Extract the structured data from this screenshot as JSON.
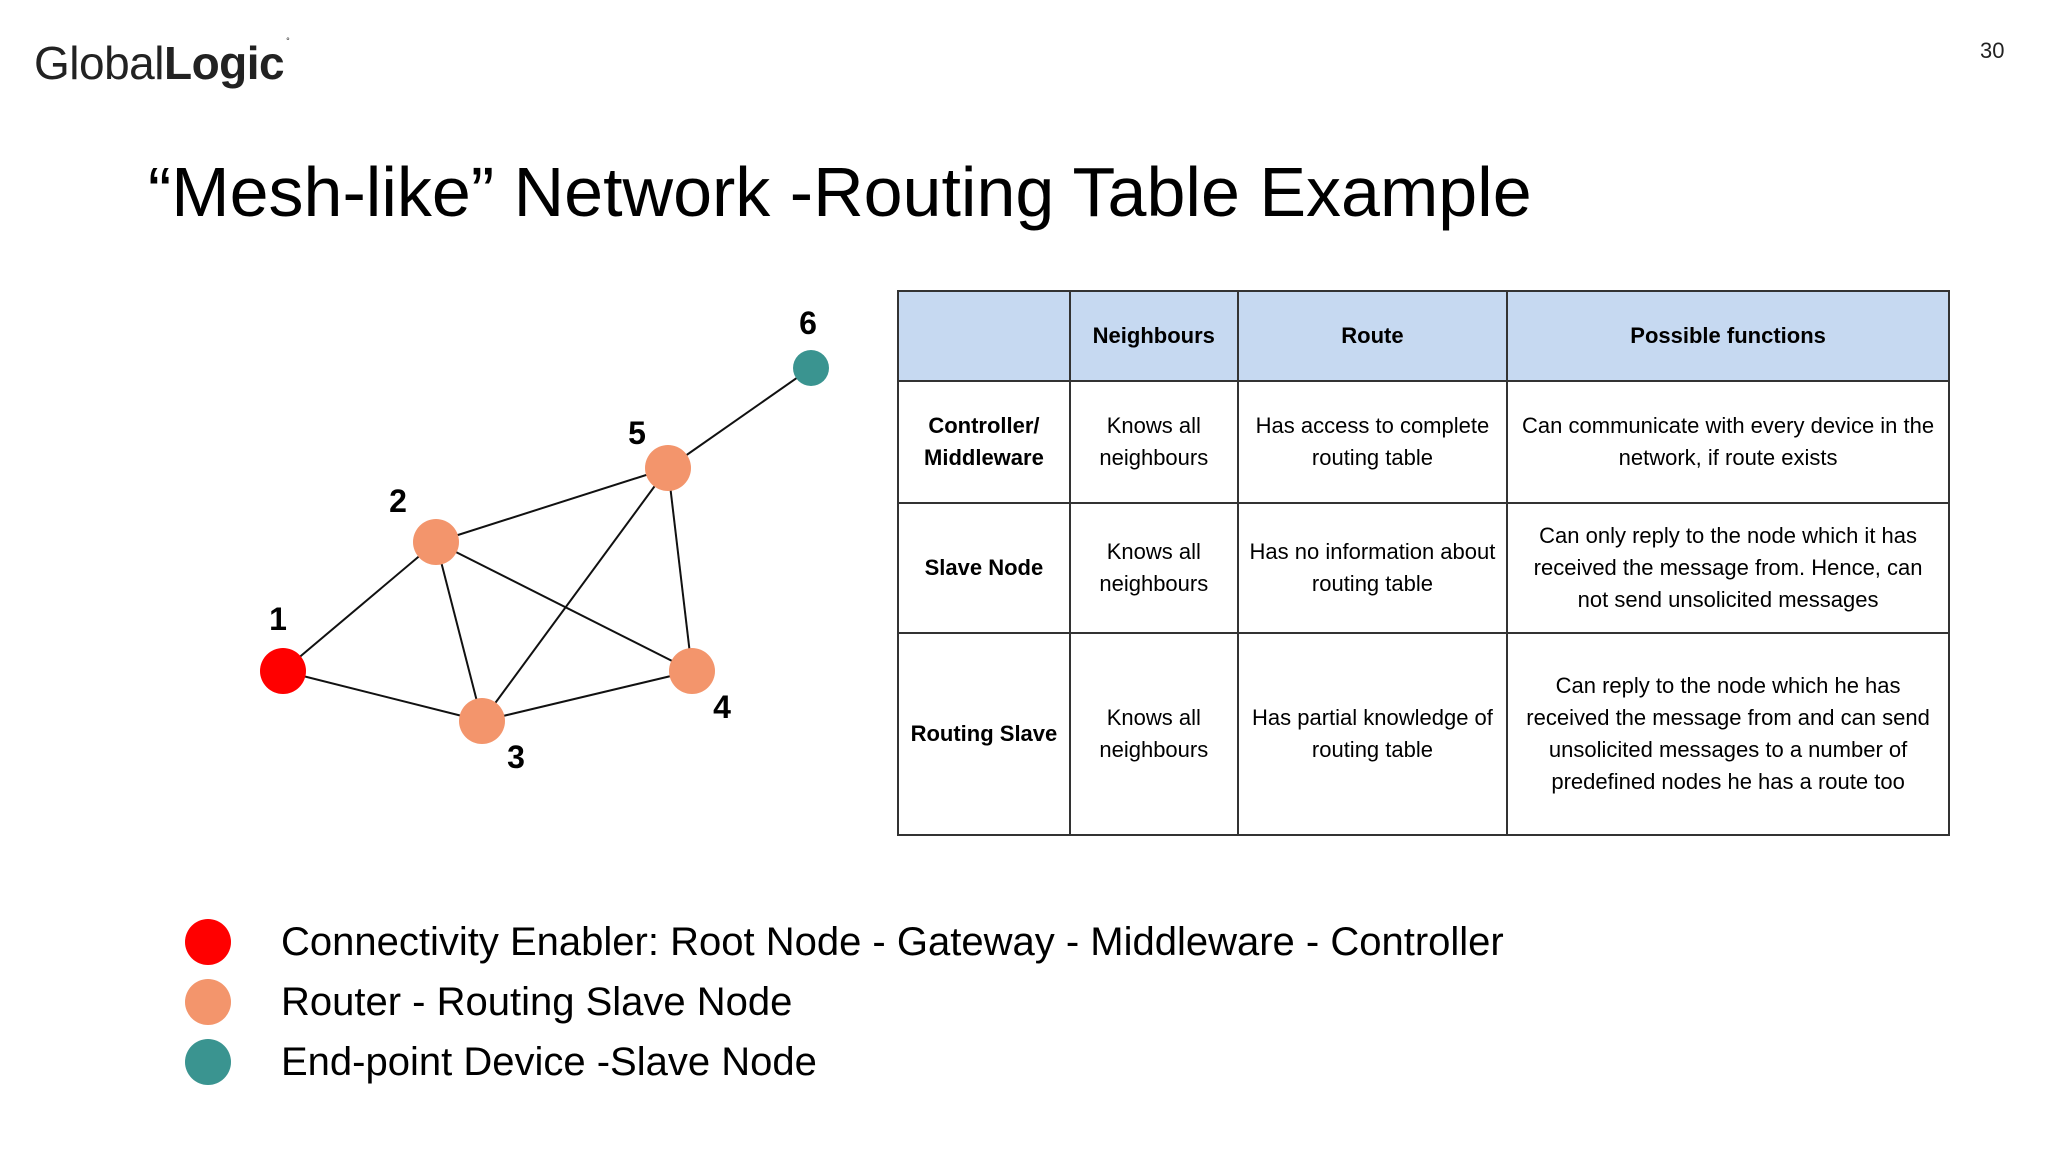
{
  "logo": {
    "light": "Global",
    "bold": "Logic",
    "mark": "°"
  },
  "page_number": "30",
  "title": "“Mesh-like” Network -Routing Table Example",
  "colors": {
    "root": "#ff0000",
    "router": "#f3956c",
    "endpoint": "#3a9490",
    "table_header": "#c6d9f1"
  },
  "graph": {
    "nodes": [
      {
        "label": "1",
        "type": "root"
      },
      {
        "label": "2",
        "type": "router"
      },
      {
        "label": "3",
        "type": "router"
      },
      {
        "label": "4",
        "type": "router"
      },
      {
        "label": "5",
        "type": "router"
      },
      {
        "label": "6",
        "type": "endpoint"
      }
    ],
    "edges": [
      [
        "1",
        "2"
      ],
      [
        "1",
        "3"
      ],
      [
        "2",
        "3"
      ],
      [
        "2",
        "4"
      ],
      [
        "2",
        "5"
      ],
      [
        "3",
        "4"
      ],
      [
        "3",
        "5"
      ],
      [
        "4",
        "5"
      ],
      [
        "5",
        "6"
      ]
    ]
  },
  "table": {
    "headers": [
      "",
      "Neighbours",
      "Route",
      "Possible functions"
    ],
    "rows": [
      {
        "role": "Controller/ Middleware",
        "neighbours": "Knows all neighbours",
        "route": "Has access to complete routing table",
        "functions": "Can communicate with every device in the network, if route exists"
      },
      {
        "role": "Slave Node",
        "neighbours": "Knows all neighbours",
        "route": "Has no information about routing table",
        "functions": "Can only reply to the node which it has received the message from. Hence, can not send unsolicited messages"
      },
      {
        "role": "Routing Slave",
        "neighbours": "Knows all neighbours",
        "route": "Has partial knowledge of routing table",
        "functions": "Can reply to the node which he has received the message from and can send unsolicited messages to a number of predefined nodes he has a route too"
      }
    ]
  },
  "legend": [
    {
      "text": "Connectivity Enabler: Root Node - Gateway - Middleware - Controller",
      "type": "root"
    },
    {
      "text": "Router - Routing Slave Node",
      "type": "router"
    },
    {
      "text": "End-point Device -Slave Node",
      "type": "endpoint"
    }
  ]
}
